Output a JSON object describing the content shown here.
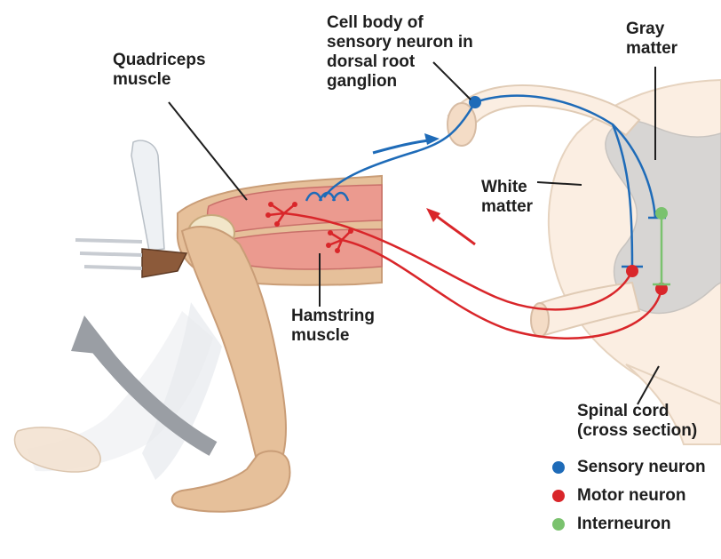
{
  "labels": {
    "quadriceps": "Quadriceps\nmuscle",
    "cell_body": "Cell body of\nsensory neuron in\ndorsal root\nganglion",
    "gray_matter": "Gray\nmatter",
    "white_matter": "White\nmatter",
    "hamstring": "Hamstring\nmuscle",
    "spinal_cord": "Spinal cord\n(cross section)"
  },
  "legend": [
    {
      "label": "Sensory neuron",
      "color": "#1e6bb8"
    },
    {
      "label": "Motor neuron",
      "color": "#d9262a"
    },
    {
      "label": "Interneuron",
      "color": "#7ac26e"
    }
  ],
  "colors": {
    "sensory": "#1e6bb8",
    "motor": "#d9262a",
    "interneuron": "#7ac26e",
    "skin": "#e6c09a",
    "muscle": "#eb9a8f",
    "white_matter": "#fbeee2",
    "gray_matter": "#d7d5d3",
    "movement_arrow": "#9a9ea4"
  }
}
